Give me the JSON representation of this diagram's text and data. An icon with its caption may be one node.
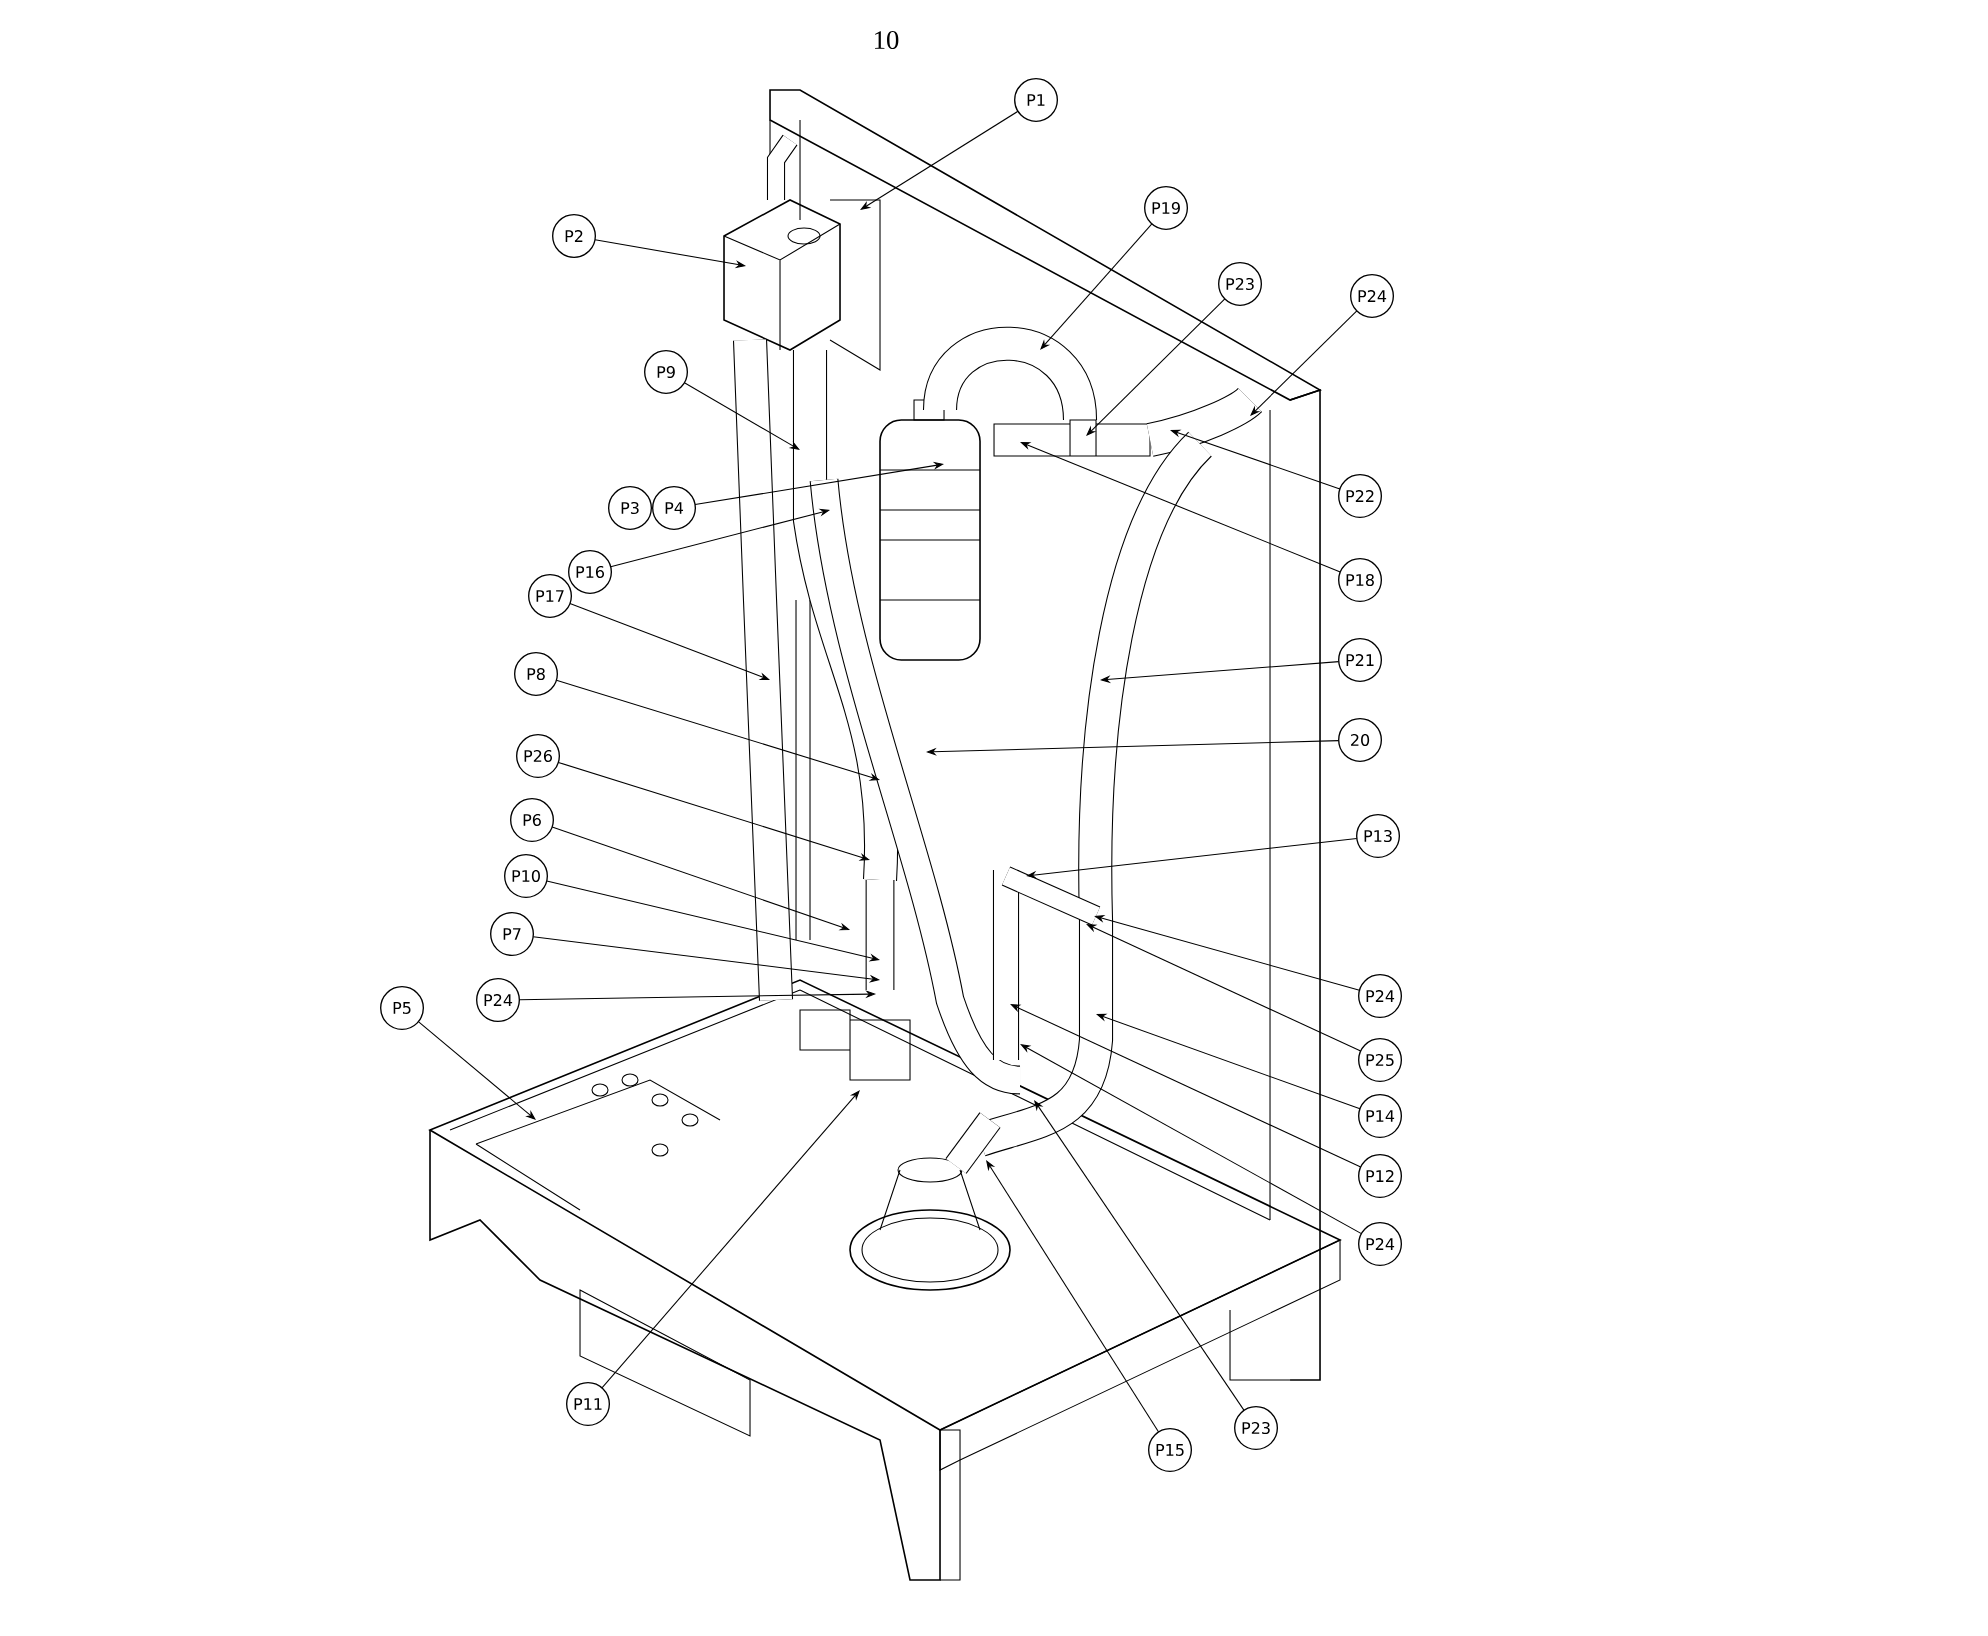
{
  "diagram": {
    "nodes": [
      {
        "text": [
          "P1"
        ]
      },
      {
        "text": [
          "P2"
        ]
      },
      {
        "text": [
          "P19"
        ]
      },
      {
        "text": [
          "P23"
        ]
      },
      {
        "text": [
          "P24"
        ]
      },
      {
        "text": [
          "P9"
        ]
      },
      {
        "text": [
          "P22"
        ]
      },
      {
        "text": [
          "P3"
        ]
      },
      {
        "text": [
          "P4"
        ]
      },
      {
        "text": [
          "P18"
        ]
      },
      {
        "text": [
          "P16"
        ]
      },
      {
        "text": [
          "P17"
        ]
      },
      {
        "text": [
          "P21"
        ]
      },
      {
        "text": [
          "P8"
        ]
      },
      {
        "text": [
          "20"
        ]
      },
      {
        "text": [
          "P26"
        ]
      },
      {
        "text": [
          "P13"
        ]
      },
      {
        "text": [
          "P6"
        ]
      },
      {
        "text": [
          "P10"
        ]
      },
      {
        "text": [
          "P7"
        ]
      },
      {
        "text": [
          "P24"
        ]
      },
      {
        "text": [
          "P5"
        ]
      },
      {
        "text": [
          "P24"
        ]
      },
      {
        "text": [
          "P25"
        ]
      },
      {
        "text": [
          "P14"
        ]
      },
      {
        "text": [
          "P12"
        ]
      },
      {
        "text": [
          "P24"
        ]
      },
      {
        "text": [
          "P11"
        ]
      },
      {
        "text": [
          "P15"
        ]
      },
      {
        "text": [
          "P23"
        ]
      }
    ],
    "edges": [
      {
        "from": 0,
        "to": null,
        "arrow": "to"
      },
      {
        "from": 1,
        "to": null,
        "arrow": "to"
      },
      {
        "from": 2,
        "to": null,
        "arrow": "to"
      },
      {
        "from": 3,
        "to": null,
        "arrow": "to"
      },
      {
        "from": 4,
        "to": null,
        "arrow": "to"
      },
      {
        "from": 5,
        "to": null,
        "arrow": "to"
      },
      {
        "from": 6,
        "to": null,
        "arrow": "to"
      },
      {
        "from": 8,
        "to": null,
        "arrow": "to"
      },
      {
        "from": 9,
        "to": null,
        "arrow": "to"
      },
      {
        "from": 10,
        "to": null,
        "arrow": "to"
      },
      {
        "from": 11,
        "to": null,
        "arrow": "to"
      },
      {
        "from": 12,
        "to": null,
        "arrow": "to"
      },
      {
        "from": 13,
        "to": null,
        "arrow": "to"
      },
      {
        "from": 14,
        "to": null,
        "arrow": "to"
      },
      {
        "from": 15,
        "to": null,
        "arrow": "to"
      },
      {
        "from": 16,
        "to": null,
        "arrow": "to"
      },
      {
        "from": 17,
        "to": null,
        "arrow": "to"
      },
      {
        "from": 18,
        "to": null,
        "arrow": "to"
      },
      {
        "from": 19,
        "to": null,
        "arrow": "to"
      },
      {
        "from": 20,
        "to": null,
        "arrow": "to"
      },
      {
        "from": 21,
        "to": null,
        "arrow": "to"
      },
      {
        "from": 22,
        "to": null,
        "arrow": "to"
      },
      {
        "from": 23,
        "to": null,
        "arrow": "to"
      },
      {
        "from": 24,
        "to": null,
        "arrow": "to"
      },
      {
        "from": 25,
        "to": null,
        "arrow": "to"
      },
      {
        "from": 26,
        "to": null,
        "arrow": "to"
      },
      {
        "from": 27,
        "to": null,
        "arrow": "to"
      },
      {
        "from": 28,
        "to": null,
        "arrow": "to"
      },
      {
        "from": 29,
        "to": null,
        "arrow": "to"
      }
    ],
    "labels": [
      "10"
    ]
  }
}
